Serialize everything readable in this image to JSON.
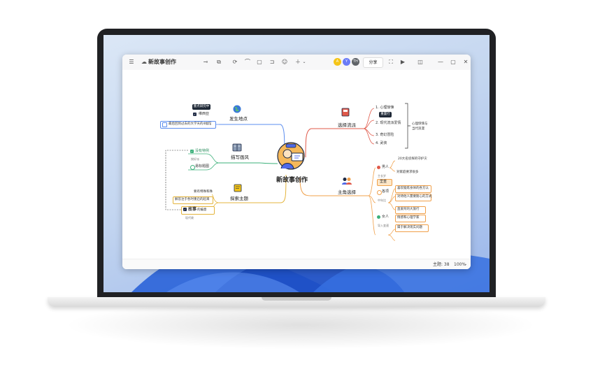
{
  "app": {
    "title": "新故事创作",
    "share_label": "分享",
    "avatars": [
      {
        "initial": "A",
        "color": "#f5c518"
      },
      {
        "initial": "Y",
        "color": "#6b7cf7"
      },
      {
        "initial": "TH",
        "color": "#5f6368"
      }
    ]
  },
  "status": {
    "topic_count": "主题: 38",
    "zoom": "100%"
  },
  "mindmap": {
    "central": "新故事创作",
    "branches": {
      "location": {
        "label": "发生地点",
        "tooltip": "重点研究中",
        "checked_item": "维西亚",
        "box_item": "最后回到过去的大学天的4幅馆"
      },
      "style": {
        "label": "描写画风",
        "item1": "没有特例",
        "item1_note": "按好派",
        "item2": "易标题图"
      },
      "theme": {
        "label": "探索主题",
        "note1": "要有特殊和殊",
        "box_item": "解答注于各时重启的起来",
        "item3_prefix": "故事",
        "item3_suffix": "的编意",
        "note2": "现代故"
      },
      "genre": {
        "label": "选择流派",
        "items": [
          "1. 心理惊悚",
          "2. 现代流派爱情",
          "3. 奇幻冒险",
          "4. 武侠"
        ],
        "tooltip": "重置行",
        "summary": "心理惊悚与 当代浪漫"
      },
      "character": {
        "label": "主角选择",
        "top_note": "20大名侦探的守护灾",
        "male": "男人",
        "male_note": "对家庭要求很多",
        "male_sub": "主长岁",
        "hl": "里重",
        "ab": "各项",
        "ab_note": "中年比",
        "ab_i1": "喜欢锻炼身体的各方认",
        "ab_i2": "对待他人需要耐心的方式",
        "ab_i3": "直爱阿的大旅行",
        "female": "女人",
        "female_i1": "情感和心理学家",
        "female_i2": "属于解决现实问题",
        "female_sub": "导入变速"
      }
    }
  },
  "colors": {
    "blue": "#5b8def",
    "green": "#3bb07a",
    "yellow": "#e4b43c",
    "red": "#e0594a",
    "orange": "#f0a04a"
  }
}
